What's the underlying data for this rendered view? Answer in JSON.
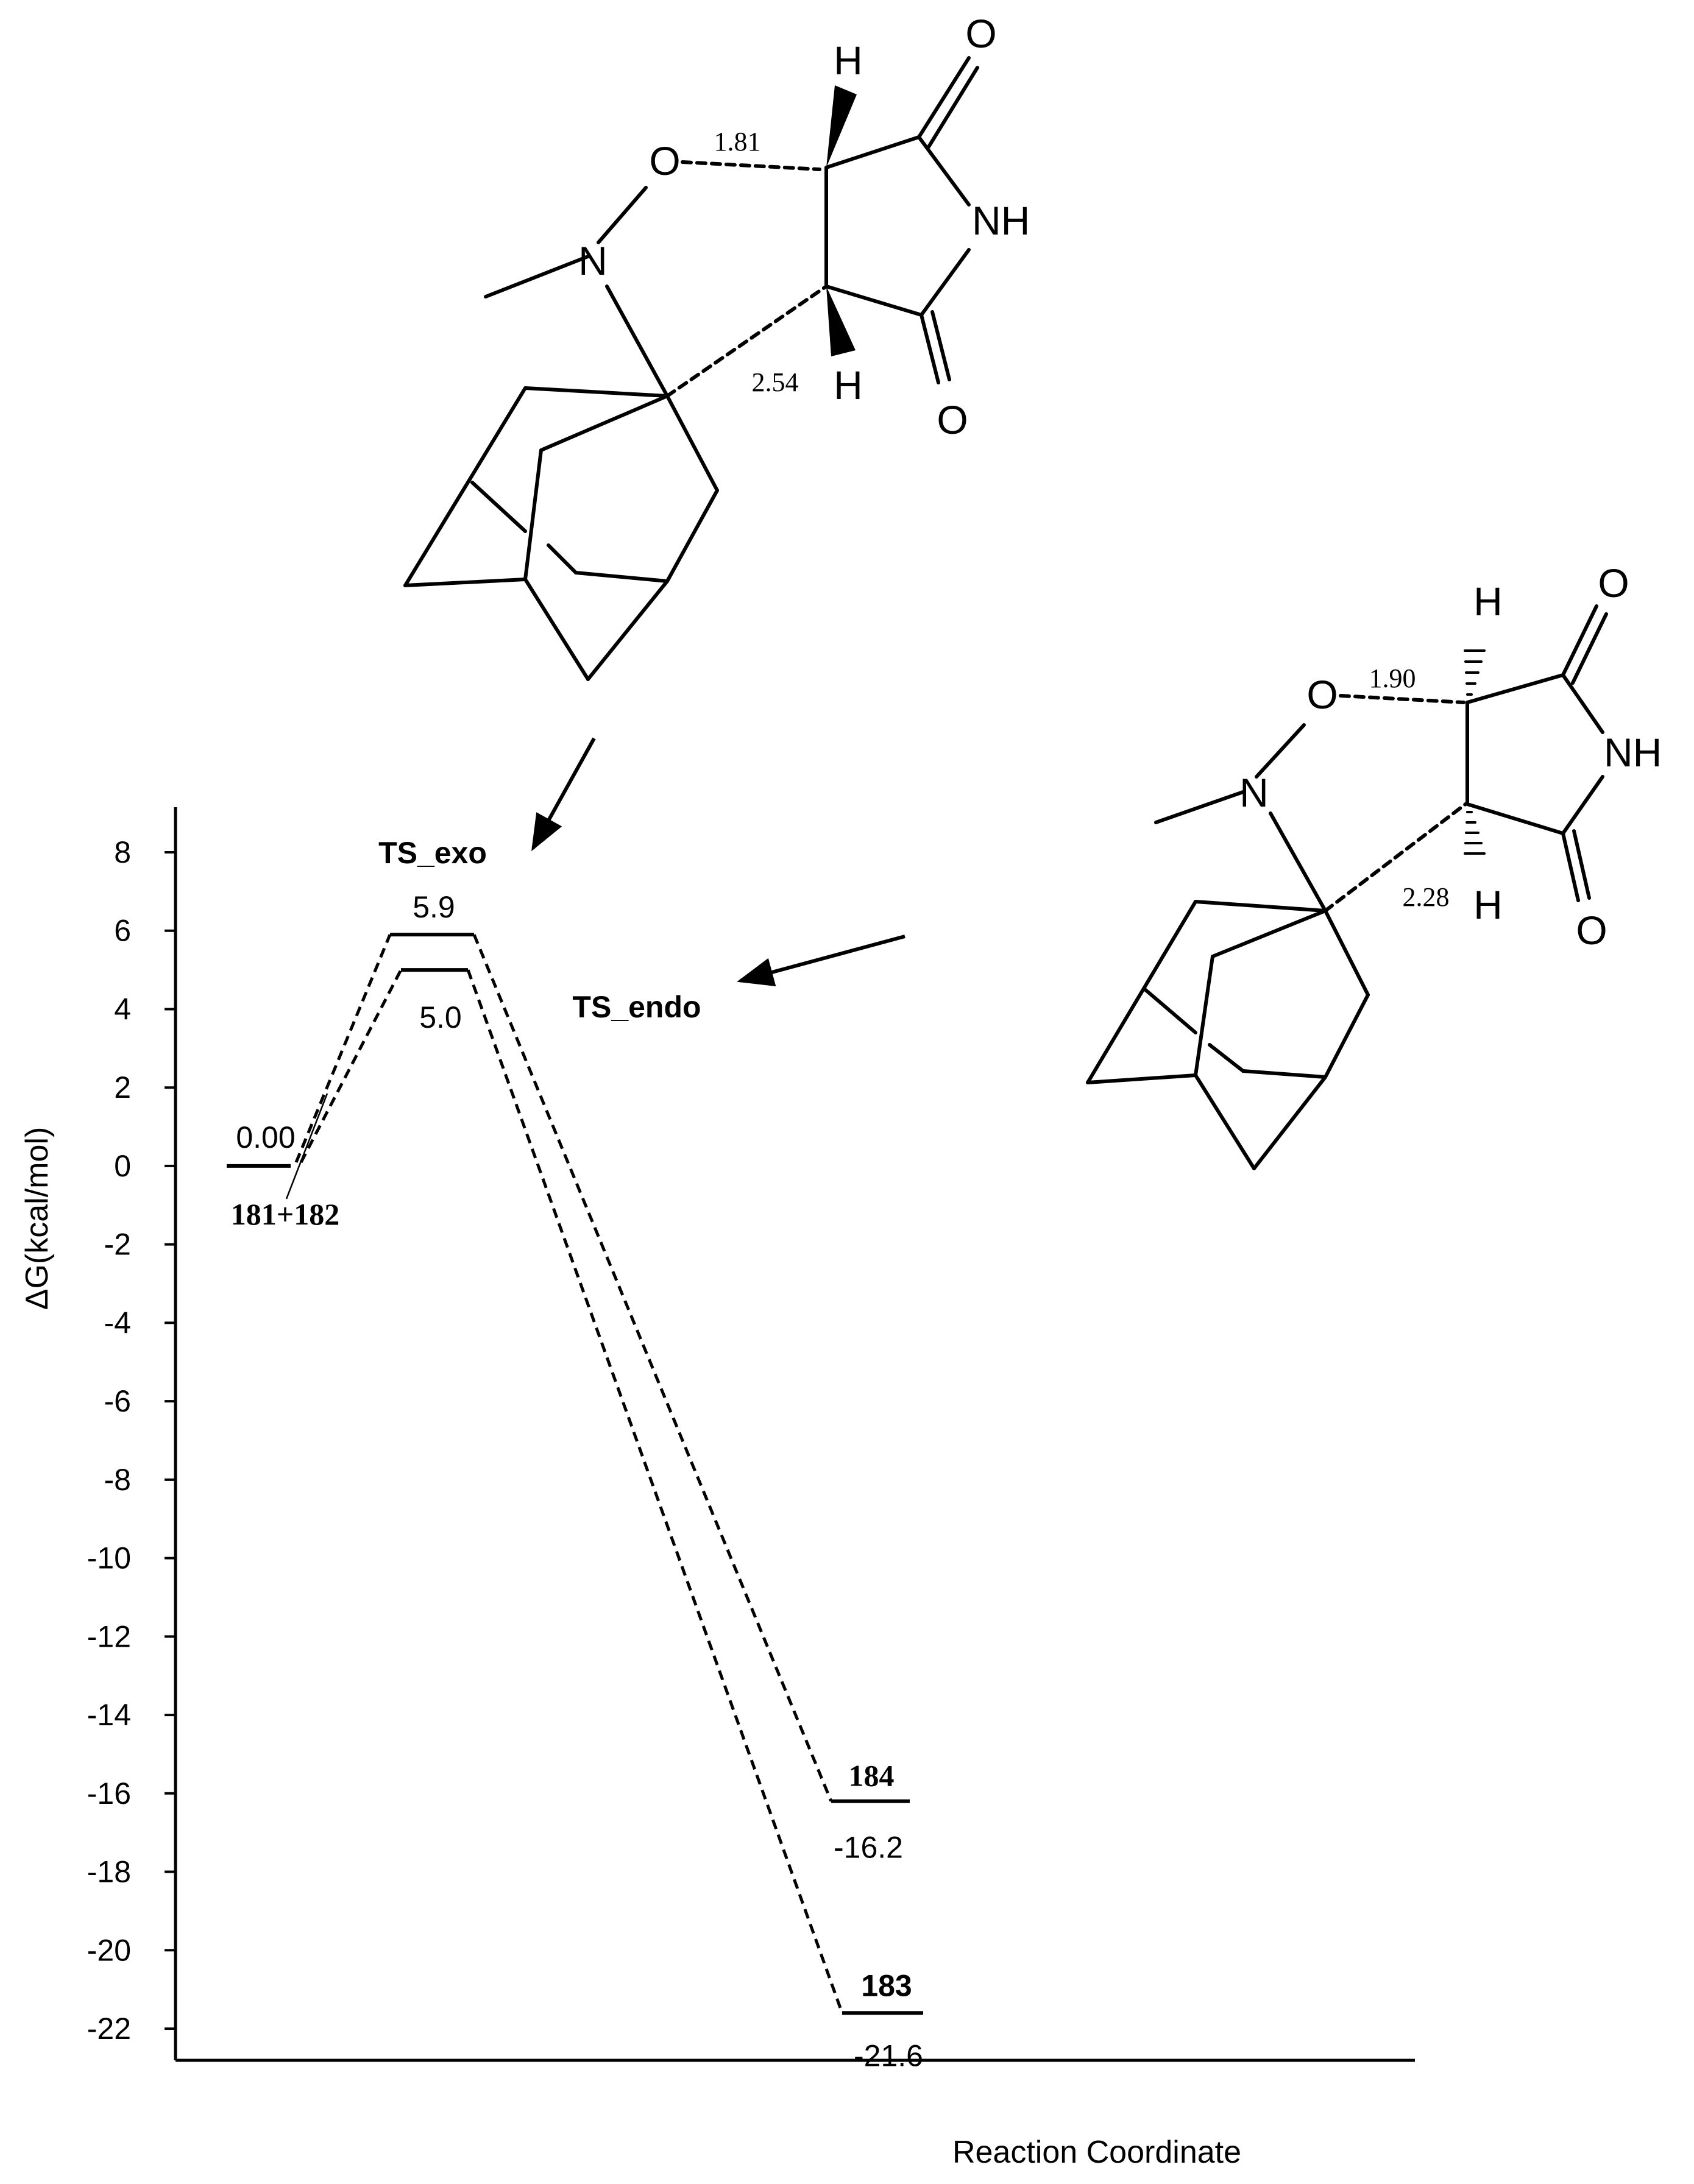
{
  "chart_data": {
    "type": "line",
    "title": "",
    "xlabel": "Reaction Coordinate",
    "ylabel": "ΔG(kcal/mol)",
    "ylim": [
      -23,
      10
    ],
    "yticks": [
      8,
      6,
      4,
      2,
      0,
      -2,
      -4,
      -6,
      -8,
      -10,
      -12,
      -14,
      -16,
      -18,
      -20,
      -22
    ],
    "ytick_labels": [
      "8",
      "6",
      "4",
      "2",
      "0",
      "-2",
      "-4",
      "-6",
      "-8",
      "-10",
      "-12",
      "-14",
      "-16",
      "-18",
      "-20",
      "-22"
    ],
    "grid": false,
    "levels": {
      "reactant": {
        "label": "181+182",
        "value": 0.0,
        "value_label": "0.00"
      },
      "ts_exo": {
        "label": "TS_exo",
        "value": 5.9,
        "value_label": "5.9"
      },
      "ts_endo": {
        "label": "TS_endo",
        "value": 5.0,
        "value_label": "5.0"
      },
      "product_184": {
        "label": "184",
        "value": -16.2,
        "value_label": "-16.2"
      },
      "product_183": {
        "label": "183",
        "value": -21.6,
        "value_label": "-21.6"
      }
    },
    "series": [
      {
        "path": [
          "reactant",
          "ts_exo",
          "product_184"
        ],
        "values": [
          0.0,
          5.9,
          -16.2
        ]
      },
      {
        "path": [
          "reactant",
          "ts_endo",
          "product_183"
        ],
        "values": [
          0.0,
          5.0,
          -21.6
        ]
      }
    ]
  },
  "structures": {
    "exo": {
      "distance_top": "1.81",
      "distance_bottom": "2.54",
      "atoms": {
        "oxygen": "O",
        "nitrogen": "N",
        "h_top": "H",
        "h_bottom": "H",
        "nh": "NH",
        "carbonyl_o_top": "O",
        "carbonyl_o_bottom": "O"
      }
    },
    "endo": {
      "distance_top": "1.90",
      "distance_bottom": "2.28",
      "atoms": {
        "oxygen": "O",
        "nitrogen": "N",
        "h_top": "H",
        "h_bottom": "H",
        "nh": "NH",
        "carbonyl_o_top": "O",
        "carbonyl_o_bottom": "O"
      }
    }
  }
}
